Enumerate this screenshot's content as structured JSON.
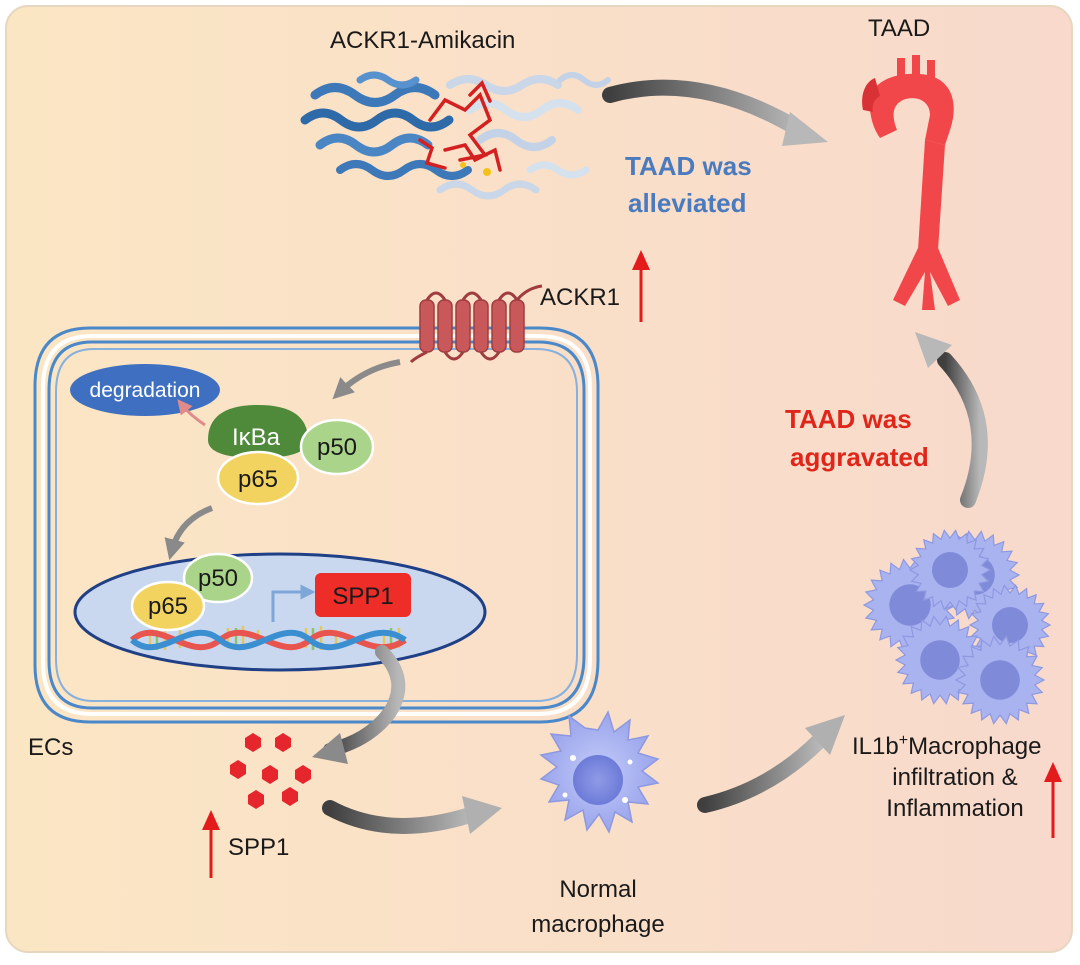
{
  "drug_label": "ACKR1-Amikacin",
  "taad_label": "TAAD",
  "alleviated": [
    "TAAD was",
    "alleviated"
  ],
  "aggravated": [
    "TAAD was",
    "aggravated"
  ],
  "ackr1_label": "ACKR1",
  "degradation_label": "degradation",
  "ikba_label": "IκBa",
  "p50_label": "p50",
  "p65_label": "p65",
  "spp1_gene_label": "SPP1",
  "ecs_label": "ECs",
  "spp1_protein_label": "SPP1",
  "normal_macrophage": [
    "Normal",
    "macrophage"
  ],
  "il1b_macrophage": {
    "prefix": "IL1b",
    "superscript": "+",
    "suffix": "Macrophage",
    "line2": "infiltration &",
    "line3": "Inflammation"
  },
  "colors": {
    "background_left": "#fbe6c4",
    "background_right": "#f8d9cc",
    "blue_text": "#4a7bbf",
    "red_text": "#e0261b",
    "up_arrow": "#e31b1b",
    "aorta": "#f2474a",
    "membrane": "#4b88c9",
    "receptor": "#c9585b",
    "degradation": "#3f6fc0",
    "ikba": "#4e8a3a",
    "p50": "#a9d48a",
    "p65": "#f3d35f",
    "nucleus": "#c9d8ef",
    "spp1_box": "#ee2c28",
    "macrophage": "#a9b3f0",
    "gray_arrow": "#8a8a8a"
  }
}
